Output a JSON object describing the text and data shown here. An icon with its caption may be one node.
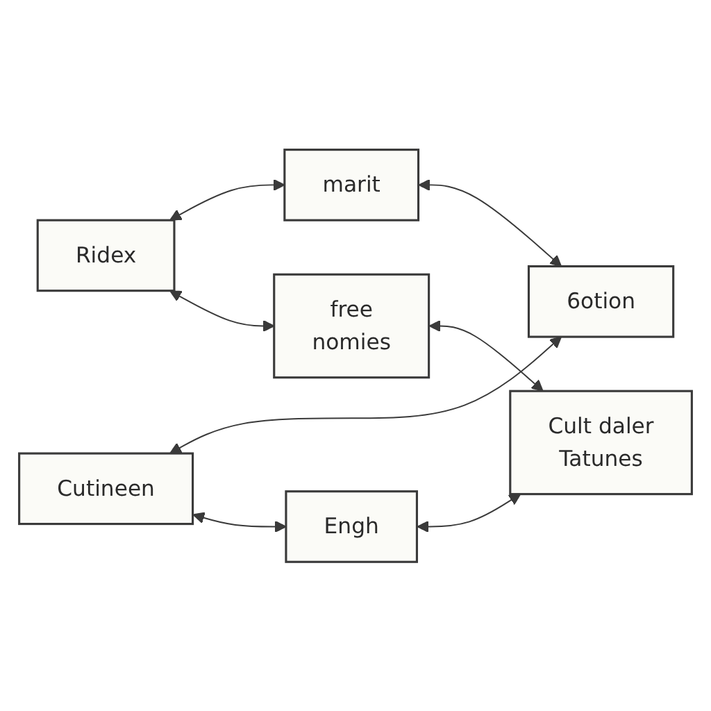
{
  "diagram": {
    "nodes": [
      {
        "text": [
          "Ridex"
        ]
      },
      {
        "text": [
          "marit"
        ]
      },
      {
        "text": [
          "6otion"
        ]
      },
      {
        "text": [
          "Cutineen"
        ]
      },
      {
        "text": [
          "Engh"
        ]
      },
      {
        "text": [
          "free",
          "nomies"
        ]
      },
      {
        "text": [
          "Cult daler",
          "Tatunes"
        ]
      }
    ],
    "edges": [
      {
        "from": 0,
        "to": 1,
        "arrow": "both"
      },
      {
        "from": 1,
        "to": 2,
        "arrow": "both"
      },
      {
        "from": 3,
        "to": 2,
        "arrow": "both"
      },
      {
        "from": 3,
        "to": 4,
        "arrow": "both"
      },
      {
        "from": 4,
        "to": 6,
        "arrow": "both"
      },
      {
        "from": 0,
        "to": 5,
        "arrow": "both"
      },
      {
        "from": 5,
        "to": 6,
        "arrow": "both"
      }
    ]
  }
}
